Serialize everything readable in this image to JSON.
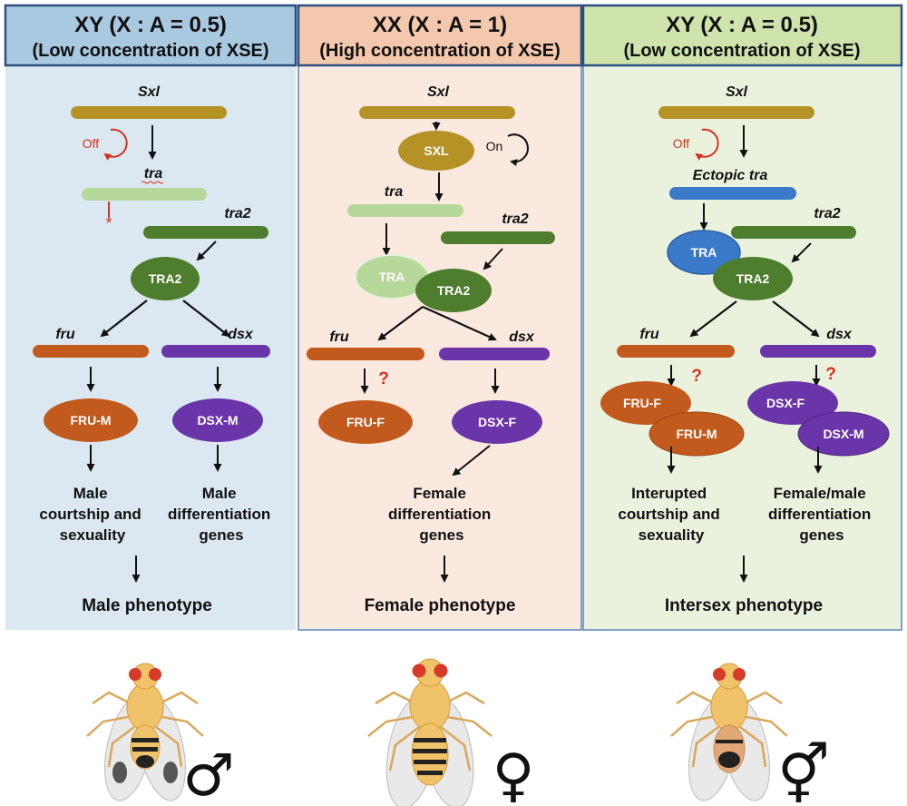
{
  "colors": {
    "panel1_bg": "#dbe8f1",
    "panel1_header": "#a9c9e1",
    "panel2_bg": "#fbe9df",
    "panel2_header": "#f4c8ad",
    "panel3_bg": "#eaf2de",
    "panel3_header": "#cfe3ad",
    "header_border": "#2c4f80",
    "sxl_gold": "#b59226",
    "tra_light": "#b6d89a",
    "tra2_green": "#4e7d2e",
    "fru_orange": "#c25a1d",
    "dsx_purple": "#6a35a8",
    "ectopic_blue": "#3b79c9",
    "off_red": "#d8301f"
  },
  "panels": [
    {
      "title": "XY (X : A = 0.5)",
      "subtitle": "(Low concentration of XSE)",
      "gene_sxl": "Sxl",
      "off": "Off",
      "gene_tra": "tra",
      "gene_tra2": "tra2",
      "protein_tra2": "TRA2",
      "gene_fru": "fru",
      "gene_dsx": "dsx",
      "protein_fru": "FRU-M",
      "protein_dsx": "DSX-M",
      "outcome_fru": [
        "Male",
        "courtship and",
        "sexuality"
      ],
      "outcome_dsx": [
        "Male",
        "differentiation",
        "genes"
      ],
      "phenotype": "Male phenotype",
      "sex_symbol": "♂"
    },
    {
      "title": "XX (X : A = 1)",
      "subtitle": "(High concentration of XSE)",
      "gene_sxl": "Sxl",
      "protein_sxl": "SXL",
      "on": "On",
      "gene_tra": "tra",
      "gene_tra2": "tra2",
      "protein_tra": "TRA",
      "protein_tra2": "TRA2",
      "gene_fru": "fru",
      "gene_dsx": "dsx",
      "question": "?",
      "protein_fru": "FRU-F",
      "protein_dsx": "DSX-F",
      "outcome_dsx": [
        "Female",
        "differentiation",
        "genes"
      ],
      "phenotype": "Female phenotype",
      "sex_symbol": "♀"
    },
    {
      "title": "XY (X : A = 0.5)",
      "subtitle": "(Low concentration of XSE)",
      "gene_sxl": "Sxl",
      "off": "Off",
      "gene_tra": "Ectopic tra",
      "gene_tra2": "tra2",
      "protein_tra": "TRA",
      "protein_tra2": "TRA2",
      "gene_fru": "fru",
      "gene_dsx": "dsx",
      "question": "?",
      "protein_fru_a": "FRU-F",
      "protein_fru_b": "FRU-M",
      "protein_dsx_a": "DSX-F",
      "protein_dsx_b": "DSX-M",
      "outcome_fru": [
        "Interupted",
        "courtship and",
        "sexuality"
      ],
      "outcome_dsx": [
        "Female/male",
        "differentiation",
        "genes"
      ],
      "phenotype": "Intersex phenotype",
      "sex_symbol": "⚥"
    }
  ]
}
